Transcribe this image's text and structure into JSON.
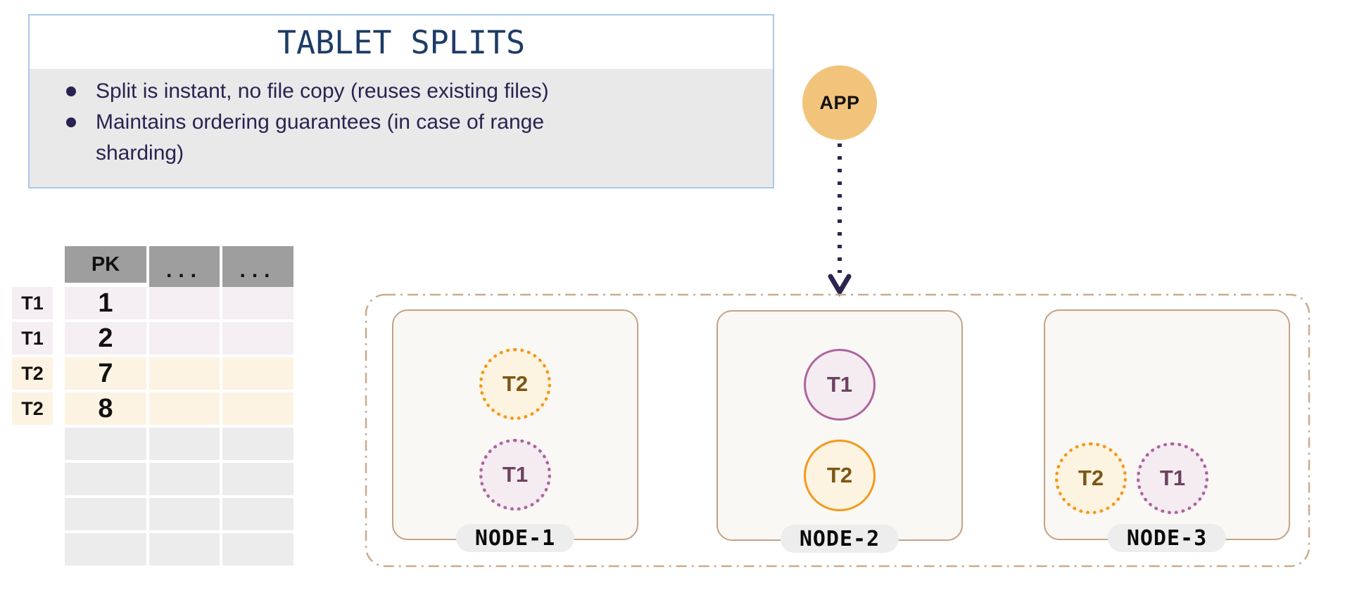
{
  "info_panel": {
    "title": "TABLET SPLITS",
    "bullets": [
      {
        "lines": [
          "Split is instant, no file copy (reuses existing files)"
        ]
      },
      {
        "lines": [
          "Maintains ordering guarantees (in case of range",
          "sharding)"
        ]
      }
    ]
  },
  "app": {
    "label": "APP"
  },
  "table": {
    "headers": [
      "PK",
      "...",
      "..."
    ],
    "rows": [
      {
        "label": "T1",
        "pk": "1",
        "type": "t1"
      },
      {
        "label": "T1",
        "pk": "2",
        "type": "t1"
      },
      {
        "label": "T2",
        "pk": "7",
        "type": "t2"
      },
      {
        "label": "T2",
        "pk": "8",
        "type": "t2"
      },
      {
        "label": "",
        "pk": "",
        "type": "empty"
      },
      {
        "label": "",
        "pk": "",
        "type": "empty"
      },
      {
        "label": "",
        "pk": "",
        "type": "empty"
      },
      {
        "label": "",
        "pk": "",
        "type": "empty"
      }
    ]
  },
  "cluster": {
    "nodes": [
      {
        "name": "NODE-1",
        "layout": "stacked",
        "tablets": [
          {
            "label": "T2",
            "color": "orange",
            "border": "dotted"
          },
          {
            "label": "T1",
            "color": "purple",
            "border": "dotted"
          }
        ]
      },
      {
        "name": "NODE-2",
        "layout": "stacked",
        "tablets": [
          {
            "label": "T1",
            "color": "purple",
            "border": "solid"
          },
          {
            "label": "T2",
            "color": "orange",
            "border": "solid"
          }
        ]
      },
      {
        "name": "NODE-3",
        "layout": "bottom-row",
        "tablets": [
          {
            "label": "T2",
            "color": "orange",
            "border": "dotted"
          },
          {
            "label": "T1",
            "color": "purple",
            "border": "dotted"
          }
        ]
      }
    ]
  },
  "colors": {
    "navy": "#1d3c66",
    "bullet_text": "#2a2350",
    "panel_border": "#abc8ea",
    "panel_bg": "#e9e9ea",
    "header_gray": "#9e9e9e",
    "row_t1": "#f5eef3",
    "row_t2": "#fcf3e2",
    "row_empty": "#ececec",
    "orange": "#f2991d",
    "orange_fill": "#fdf3e1",
    "orange_text": "#7c5614",
    "purple": "#ad649e",
    "purple_fill": "#f4ecf1",
    "purple_text": "#6d4260",
    "node_border": "#c3a287",
    "node_fill": "#faf8f4",
    "pill_bg": "#ededed",
    "cluster_dash": "#c9ac8e",
    "app_fill": "#f2c47b",
    "arrow": "#2b254e"
  }
}
